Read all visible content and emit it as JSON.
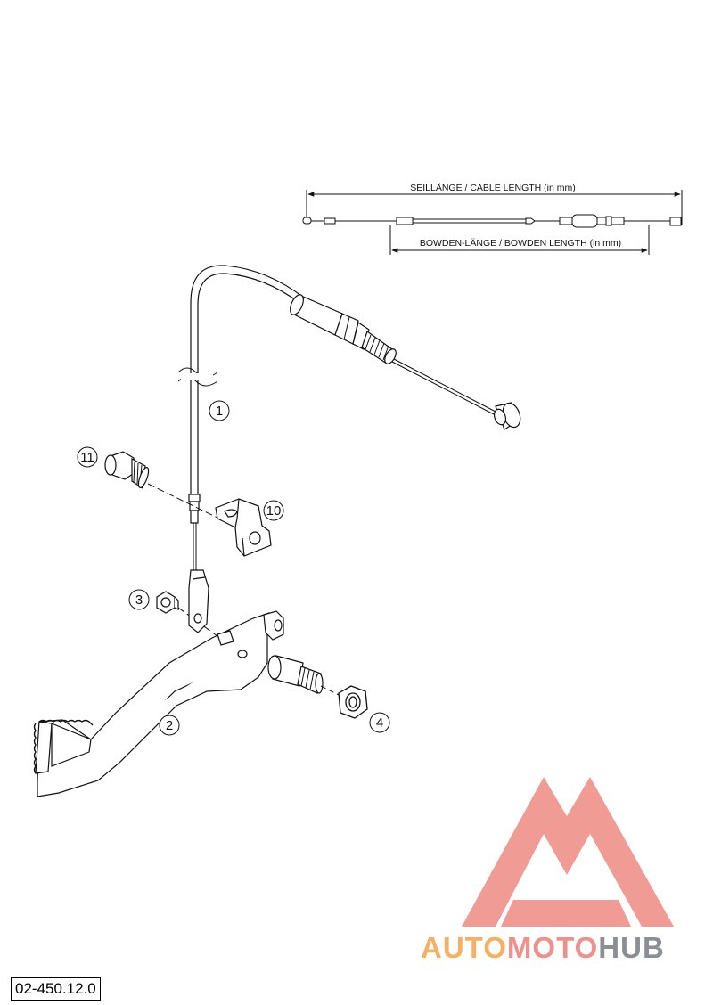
{
  "diagram": {
    "cable_length_label": "SEILLÄNGE / CABLE LENGTH   (in mm)",
    "bowden_length_label": "BOWDEN-LÄNGE / BOWDEN LENGTH   (in mm)",
    "callouts": [
      {
        "id": "1",
        "label": "1"
      },
      {
        "id": "2",
        "label": "2"
      },
      {
        "id": "3",
        "label": "3"
      },
      {
        "id": "4",
        "label": "4"
      },
      {
        "id": "10",
        "label": "10"
      },
      {
        "id": "11",
        "label": "11"
      }
    ],
    "part_number": "02-450.12.0"
  },
  "watermark": {
    "text_part1": "AUTO",
    "text_part2": "MOTO",
    "text_part3": "HUB",
    "color_orange": "#f5b061",
    "color_pink": "#f0908a",
    "color_grey": "#8a8f96"
  }
}
